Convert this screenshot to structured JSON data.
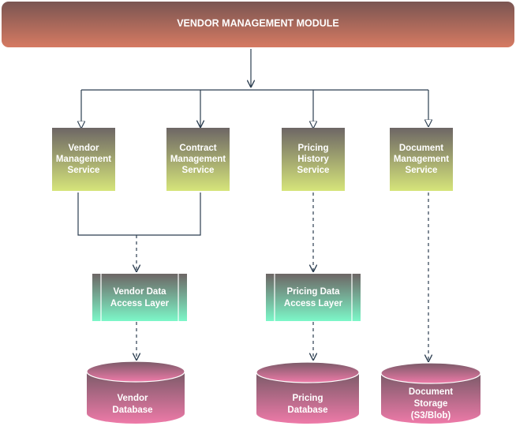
{
  "header": {
    "title": "VENDOR MANAGEMENT MODULE"
  },
  "services": [
    {
      "lines": [
        "Vendor",
        "Management",
        "Service"
      ]
    },
    {
      "lines": [
        "Contract",
        "Management",
        "Service"
      ]
    },
    {
      "lines": [
        "Pricing",
        "History",
        "Service"
      ]
    },
    {
      "lines": [
        "Document",
        "Management",
        "Service"
      ]
    }
  ],
  "access_layers": [
    {
      "lines": [
        "Vendor Data",
        "Access Layer"
      ]
    },
    {
      "lines": [
        "Pricing Data",
        "Access Layer"
      ]
    }
  ],
  "databases": [
    {
      "lines": [
        "Vendor",
        "Database"
      ]
    },
    {
      "lines": [
        "Pricing",
        "Database"
      ]
    },
    {
      "lines": [
        "Document",
        "Storage",
        "(S3/Blob)"
      ]
    }
  ],
  "colors": {
    "header_top": "#7a5552",
    "header_bottom": "#d67a62",
    "service_top": "#6d6665",
    "service_bottom": "#d6e57a",
    "layer_top": "#6d6665",
    "layer_bottom": "#7cf7c8",
    "db_top": "#7a5a68",
    "db_bottom": "#ee7aa8",
    "connector": "#2c3e50"
  }
}
